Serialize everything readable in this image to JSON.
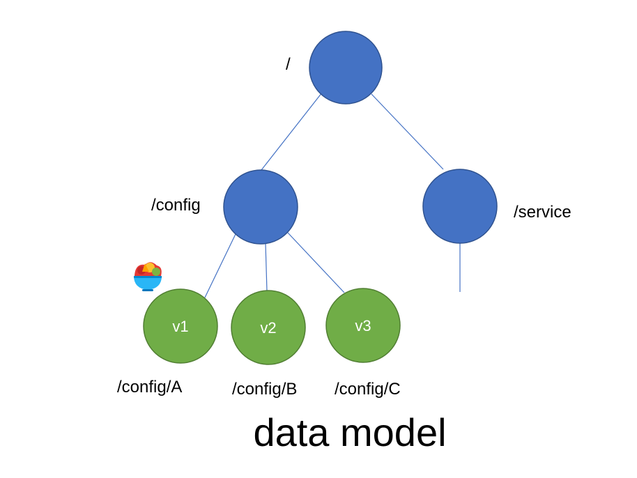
{
  "diagram": {
    "nodes": {
      "root": {
        "label": "/"
      },
      "config": {
        "label": "/config"
      },
      "service": {
        "label": "/service"
      },
      "v1": {
        "text": "v1",
        "label": "/config/A"
      },
      "v2": {
        "text": "v2",
        "label": "/config/B"
      },
      "v3": {
        "text": "v3",
        "label": "/config/C"
      }
    },
    "caption": "data model",
    "colors": {
      "inner_node_fill": "#4472C4",
      "inner_node_stroke": "#2F528F",
      "leaf_node_fill": "#70AD47",
      "leaf_node_stroke": "#507E32",
      "edge": "#4472C4"
    },
    "icon": "salad-bowl-icon"
  }
}
